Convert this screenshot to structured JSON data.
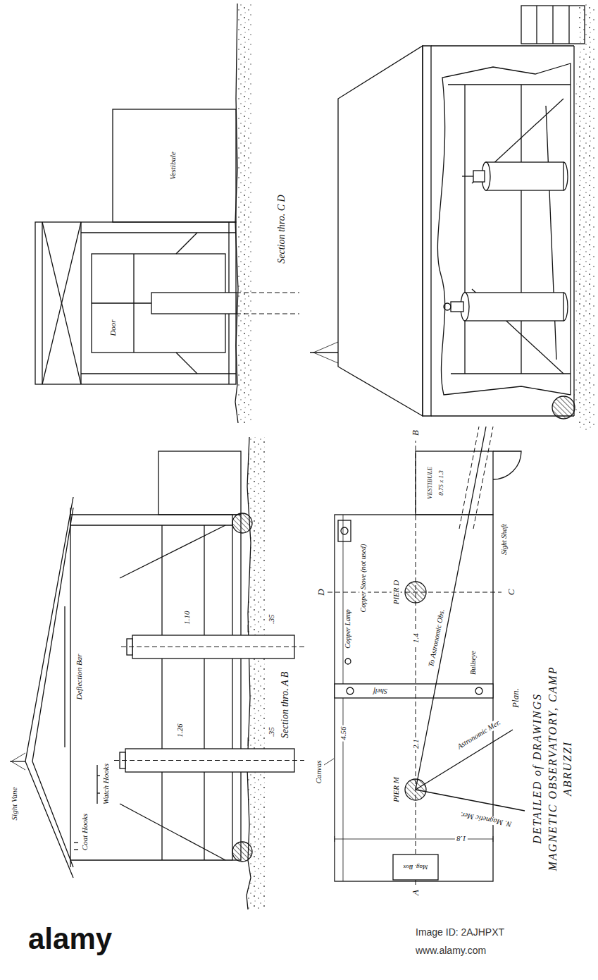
{
  "diagram": {
    "title": "DETAILED of DRAWINGS MAGNETIC OBSERVATORY, CAMP ABRUZZI",
    "labels": [
      "Sight Vane",
      "Coat Hooks",
      "Watch Hooks",
      "Deflection Bar",
      ".35",
      "1.26",
      ".35",
      "1.10",
      "Section thro. A B",
      "Door",
      "Vestibule",
      "Section thro. C D",
      "Canvas",
      "4.56",
      "Copper Lamp",
      "Copper Stove (not used)",
      "PIER D",
      "1.4",
      "Shelf",
      "Bullseye",
      "To Astronomic Obs.",
      "PIER M",
      "2.1",
      "Astronomic Mer.",
      "N. Magnetic Mer.",
      "1.8",
      "Mag. Box",
      "A",
      "B",
      "C",
      "D",
      "VESTIBULE",
      "Sight Shaft",
      "0.75 x 1.3",
      "Plan.",
      "alamy",
      "Image ID: 2AJHPXT",
      "www.alamy.com"
    ]
  }
}
